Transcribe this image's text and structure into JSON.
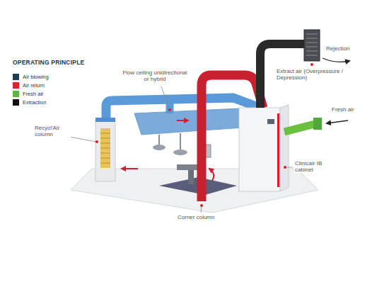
{
  "diagram": {
    "title": "OPERATING PRINCIPLE",
    "labels": [
      "Flow ceiling unidirectional or hybrid",
      "Recycl'Air column",
      "Extract air (Overpressure / Depression)",
      "Rejection",
      "Fresh air",
      "Clinicair IB cabinet",
      "Corner column"
    ],
    "legend": [
      {
        "text": "Air blowing",
        "color": "#1e3e55"
      },
      {
        "text": "Air return",
        "color": "#e0202f"
      },
      {
        "text": "Fresh air",
        "color": "#5cb83c"
      },
      {
        "text": "Extraction",
        "color": "#111111"
      }
    ]
  }
}
